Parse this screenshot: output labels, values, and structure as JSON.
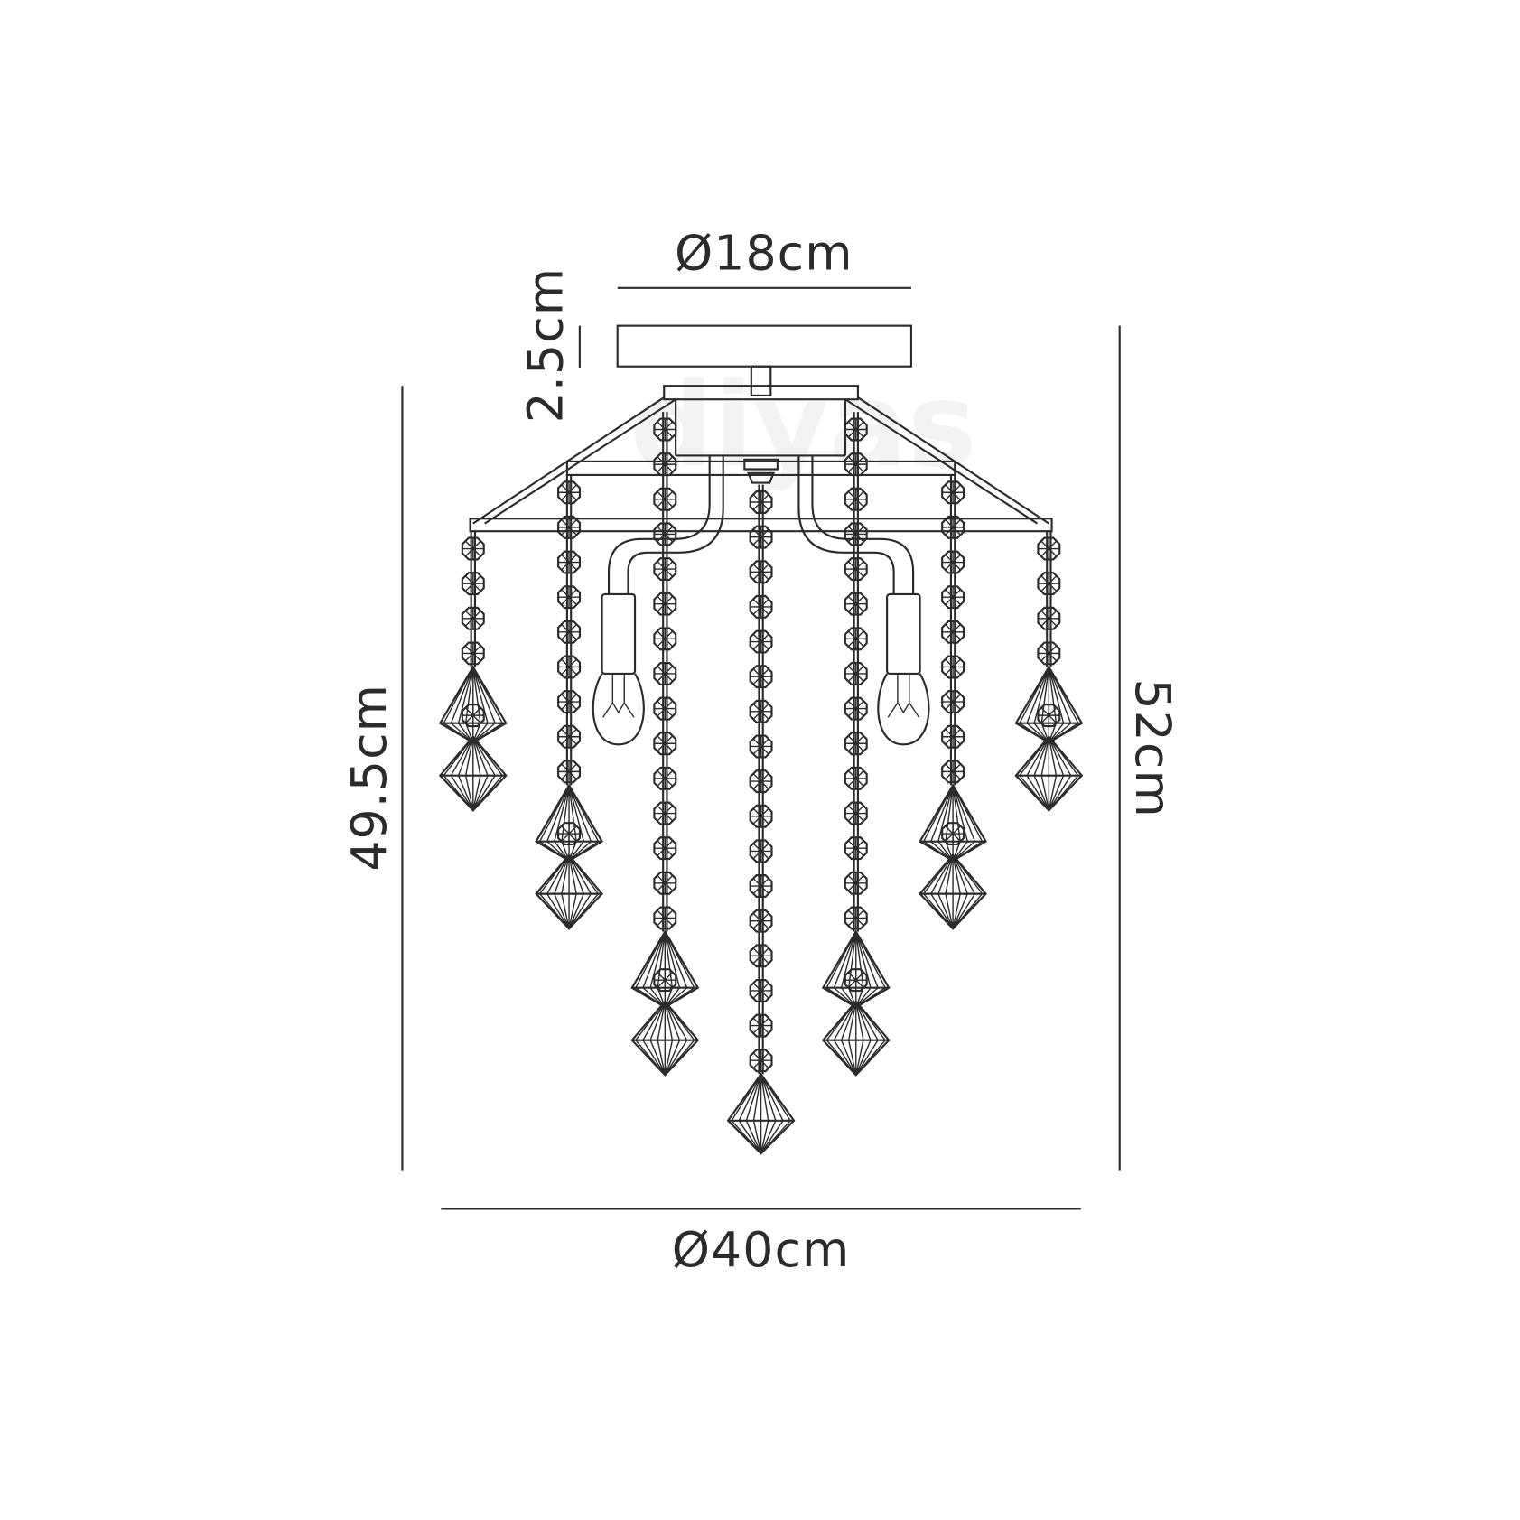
{
  "title": "Chandelier dimension drawing",
  "watermark": "diyas",
  "dimensions": {
    "canopy_diameter": "Ø18cm",
    "canopy_height": "2.5cm",
    "body_height": "49.5cm",
    "overall_height": "52cm",
    "overall_diameter": "Ø40cm"
  },
  "colors": {
    "line": "#2b2b2b",
    "background": "#ffffff",
    "watermark": "#f3f3f3"
  },
  "fixture": {
    "lamp_count": 2,
    "drop_count": 7,
    "drops": [
      {
        "beads": 4,
        "pendants": 2
      },
      {
        "beads": 9,
        "pendants": 2
      },
      {
        "beads": 15,
        "pendants": 2
      },
      {
        "beads": 17,
        "pendants": 1
      },
      {
        "beads": 15,
        "pendants": 2
      },
      {
        "beads": 9,
        "pendants": 2
      },
      {
        "beads": 4,
        "pendants": 2
      }
    ]
  }
}
